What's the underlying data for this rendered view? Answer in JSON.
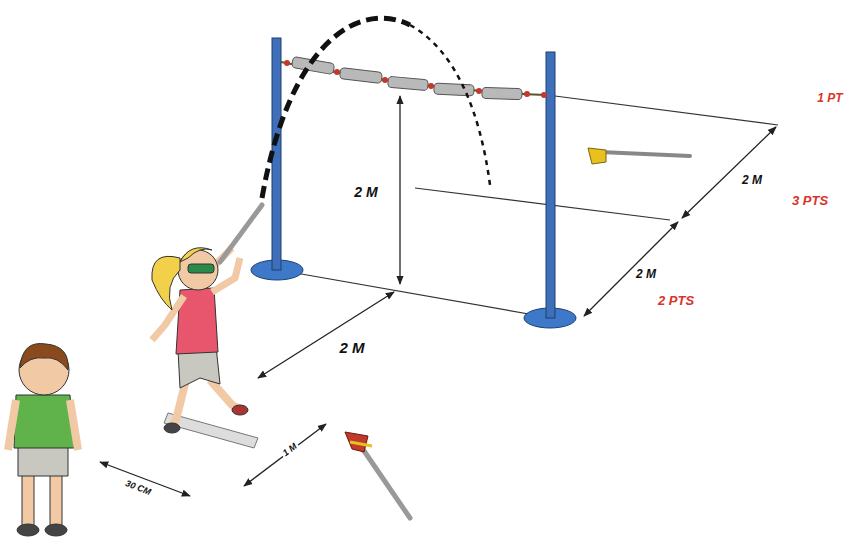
{
  "diagram": {
    "labels": [
      "1 PT",
      "2 M",
      "2 M",
      "3 PTS",
      "2 M",
      "2 PTS",
      "2 M",
      "30 CM",
      "1 M"
    ]
  }
}
